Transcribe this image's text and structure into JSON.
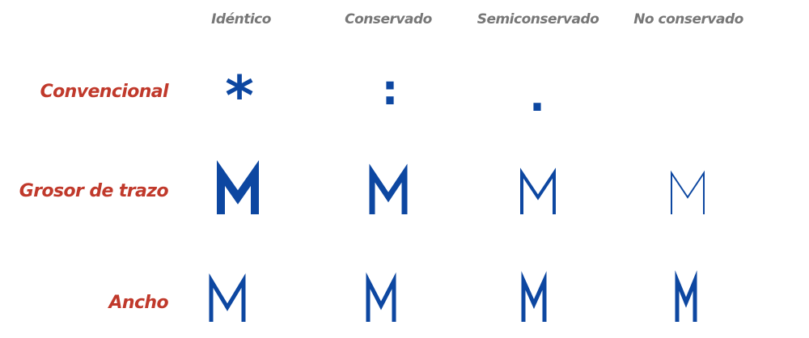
{
  "columns": [
    "Idéntico",
    "Conservado",
    "Semiconservado",
    "No conservado"
  ],
  "rows": [
    "Convencional",
    "Grosor de trazo",
    "Ancho"
  ],
  "conventional_symbols": [
    "*",
    ":",
    ".",
    ""
  ],
  "glyph_letter": "M",
  "colors": {
    "row_label": "#c0392b",
    "column_header": "#777777",
    "glyph": "#0d47a1"
  }
}
